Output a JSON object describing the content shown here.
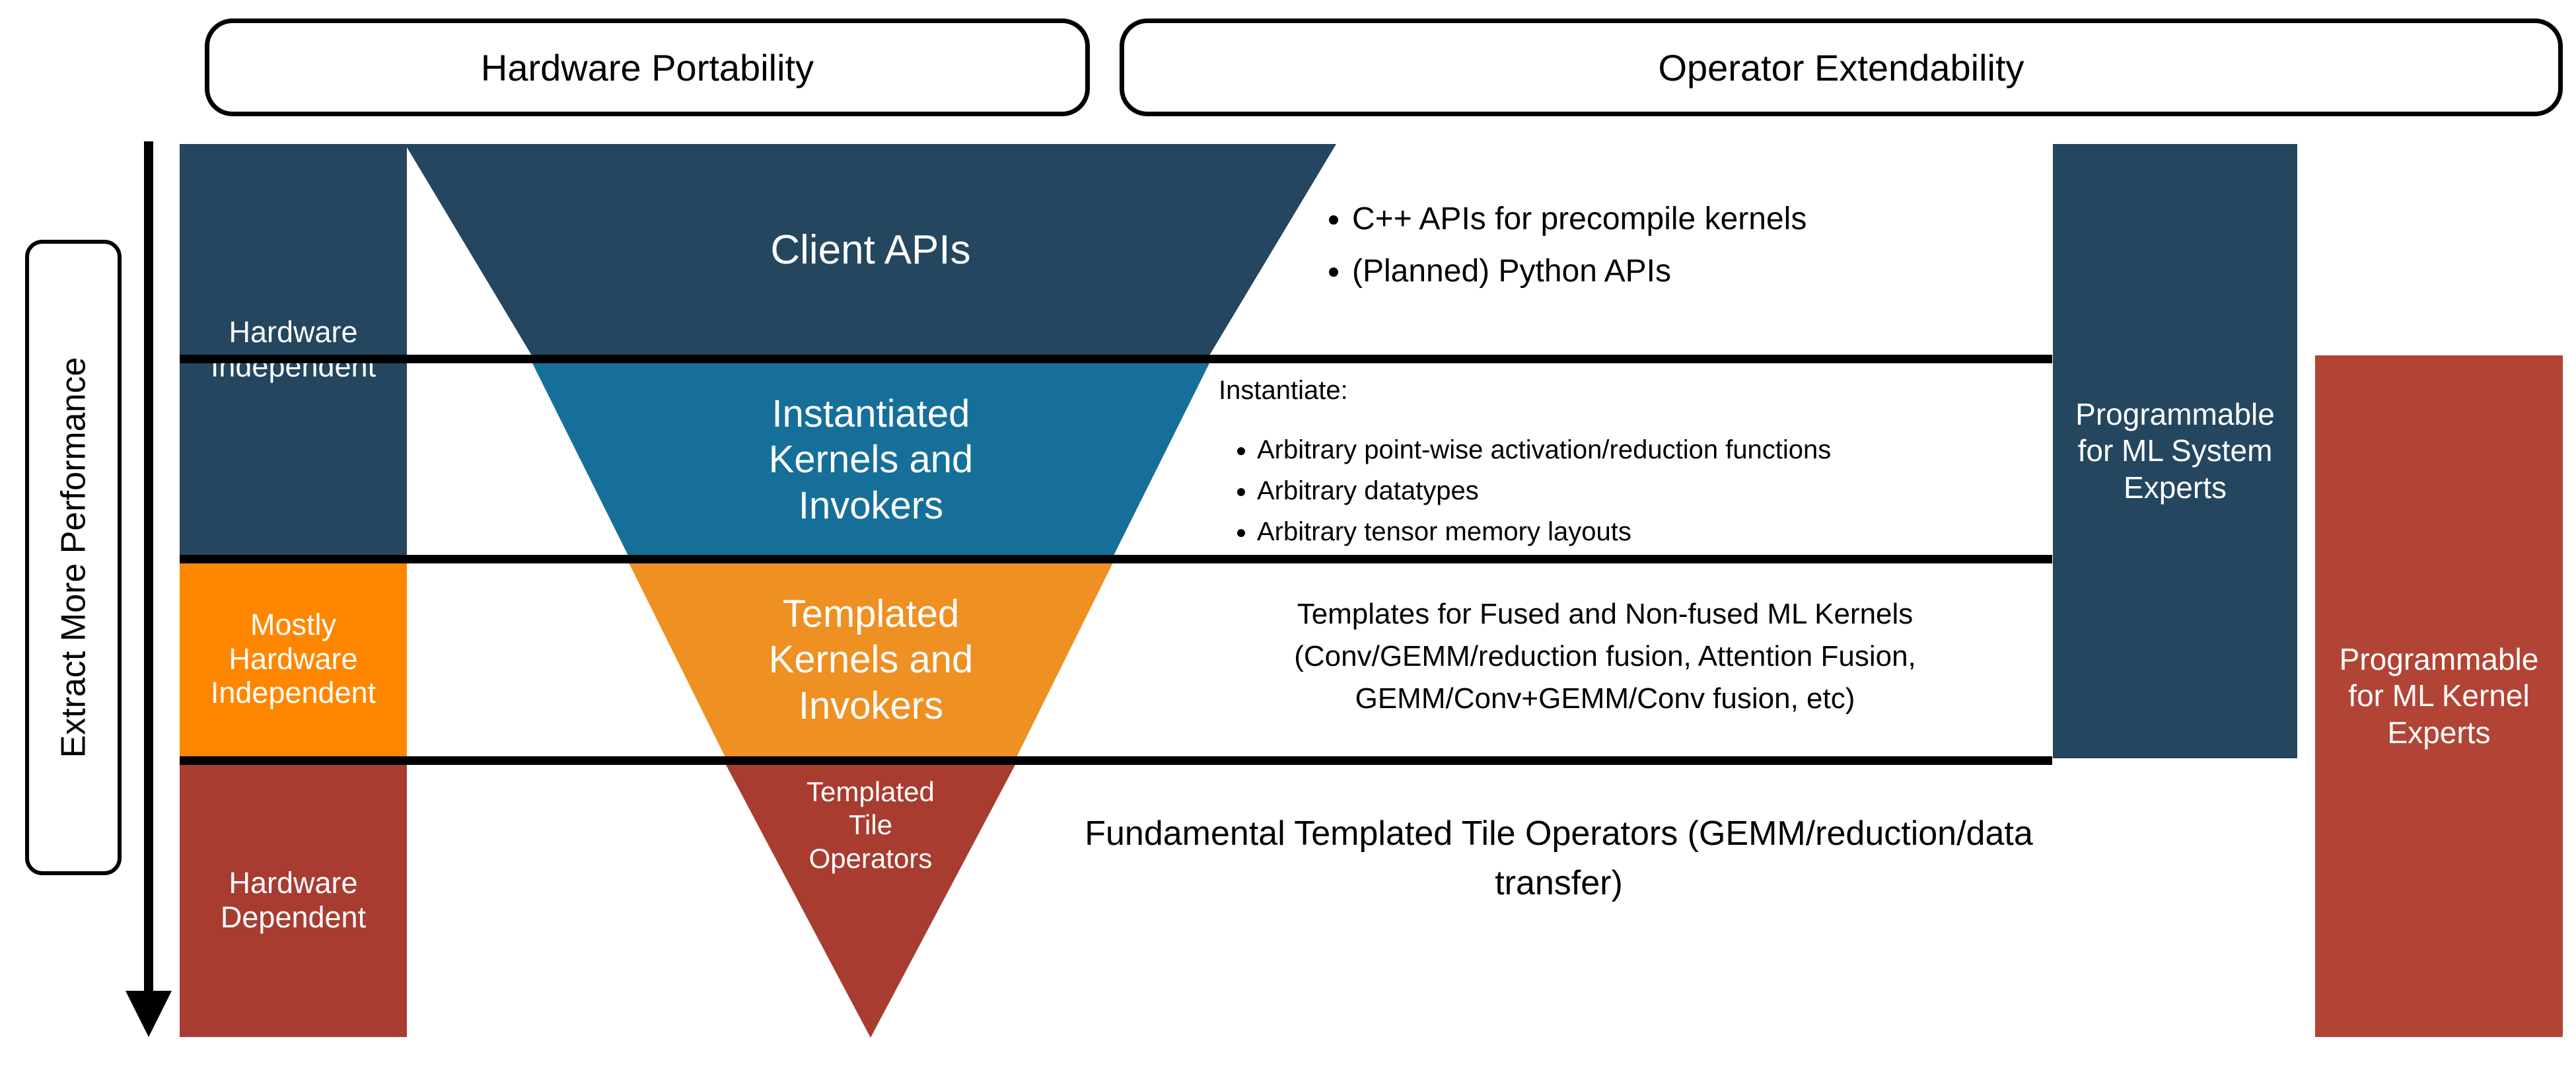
{
  "headers": {
    "hardware_portability": "Hardware Portability",
    "operator_extendability": "Operator Extendability"
  },
  "axis": {
    "performance_label": "Extract More Performance",
    "arrow_direction": "down-arrow-icon"
  },
  "hardware_levels": [
    {
      "label": "Hardware\nIndependent",
      "color": "#24465F"
    },
    {
      "label": "Mostly\nHardware\nIndependent",
      "color": "#FF8700"
    },
    {
      "label": "Hardware\nDependent",
      "color": "#A83C30"
    }
  ],
  "funnel": [
    {
      "label": "Client APIs",
      "color": "#24465F"
    },
    {
      "label": "Instantiated\nKernels and\nInvokers",
      "color": "#166F99"
    },
    {
      "label": "Templated\nKernels and\nInvokers",
      "color": "#EE9022"
    },
    {
      "label": "Templated\nTile\nOperators",
      "color": "#A83C30"
    }
  ],
  "descriptions": {
    "client_apis_bullets": [
      "C++ APIs for precompile kernels",
      "(Planned) Python APIs"
    ],
    "instantiated_lead": "Instantiate:",
    "instantiated_bullets": [
      "Arbitrary point-wise activation/reduction functions",
      "Arbitrary datatypes",
      "Arbitrary tensor memory layouts"
    ],
    "templated_text": "Templates for Fused and Non-fused ML Kernels (Conv/GEMM/reduction fusion, Attention Fusion, GEMM/Conv+GEMM/Conv fusion, etc)",
    "fundamental_text": "Fundamental Templated Tile Operators (GEMM/reduction/data transfer)"
  },
  "personas": [
    {
      "label": "Programmable\nfor ML System\nExperts",
      "color": "#24465F"
    },
    {
      "label": "Programmable\nfor ML Kernel\nExperts",
      "color": "#B24435"
    }
  ],
  "colors": {
    "dark_blue": "#24465F",
    "medium_blue": "#166F99",
    "orange_bar": "#FF8700",
    "orange_funnel": "#EE9022",
    "red": "#A83C30",
    "persona_red": "#B24435",
    "line": "#000000",
    "background": "#FFFFFF"
  }
}
